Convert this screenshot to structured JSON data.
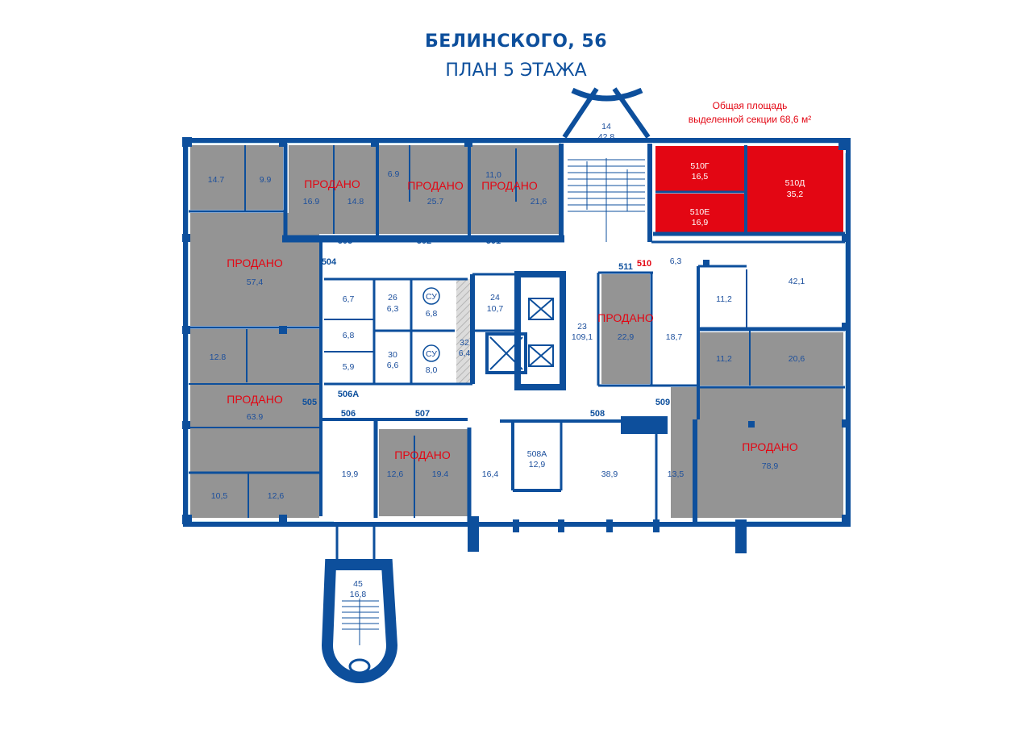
{
  "header": {
    "title": "БЕЛИНСКОГО, 56",
    "subtitle": "ПЛАН 5 ЭТАЖА",
    "area_note_line1": "Общая площадь",
    "area_note_line2": "выделенной секции 68,6 м²"
  },
  "colors": {
    "wall": "#0d4f9c",
    "sold_fill": "#949494",
    "selected_fill": "#e30613",
    "window": "#b9dced",
    "sold_text": "#e30613"
  },
  "legend_words": {
    "sold": "ПРОДАНО"
  },
  "rooms": {
    "r_14_7": "14.7",
    "r_9_9": "9.9",
    "r_16_9": "16.9",
    "r_14_8": "14.8",
    "r_6_9": "6.9",
    "r_25_7": "25.7",
    "r_11_0": "11,0",
    "r_21_6": "21,6",
    "r_57_4": "57,4",
    "r_12_8": "12.8",
    "r_63_9": "63.9",
    "r_10_5": "10,5",
    "r_12_6a": "12,6",
    "r_6_7": "6,7",
    "r_6_8": "6,8",
    "r_5_9": "5,9",
    "r_26": "26",
    "r_6_3a": "6,3",
    "r_30": "30",
    "r_6_6": "6,6",
    "r_cy": "СУ",
    "r_6_8b": "6,8",
    "r_8_0": "8,0",
    "r_32": "32",
    "r_6_4": "6,4",
    "r_24": "24",
    "r_10_7": "10,7",
    "r_23": "23",
    "r_109_1": "109,1",
    "r_14": "14",
    "r_42_8": "42,8",
    "r_22_9": "22,9",
    "r_18_7": "18,7",
    "r_6_3b": "6,3",
    "r_11_2a": "11,2",
    "r_42_1": "42,1",
    "r_11_2b": "11,2",
    "r_20_6": "20,6",
    "r_510g": "510Г",
    "r_16_5": "16,5",
    "r_510e": "510Е",
    "r_16_9b": "16,9",
    "r_510d": "510Д",
    "r_35_2": "35,2",
    "r_19_9": "19,9",
    "r_12_6b": "12,6",
    "r_19_4": "19.4",
    "r_16_4": "16,4",
    "r_508a": "508А",
    "r_12_9": "12,9",
    "r_38_9": "38,9",
    "r_13_5": "13,5",
    "r_78_9": "78,9",
    "r_45": "45",
    "r_16_8": "16,8"
  },
  "unit_numbers": {
    "u503": "503",
    "u502": "502",
    "u501": "501",
    "u504": "504",
    "u505": "505",
    "u506a": "506А",
    "u506": "506",
    "u507": "507",
    "u508": "508",
    "u509": "509",
    "u511": "511",
    "u510": "510"
  }
}
